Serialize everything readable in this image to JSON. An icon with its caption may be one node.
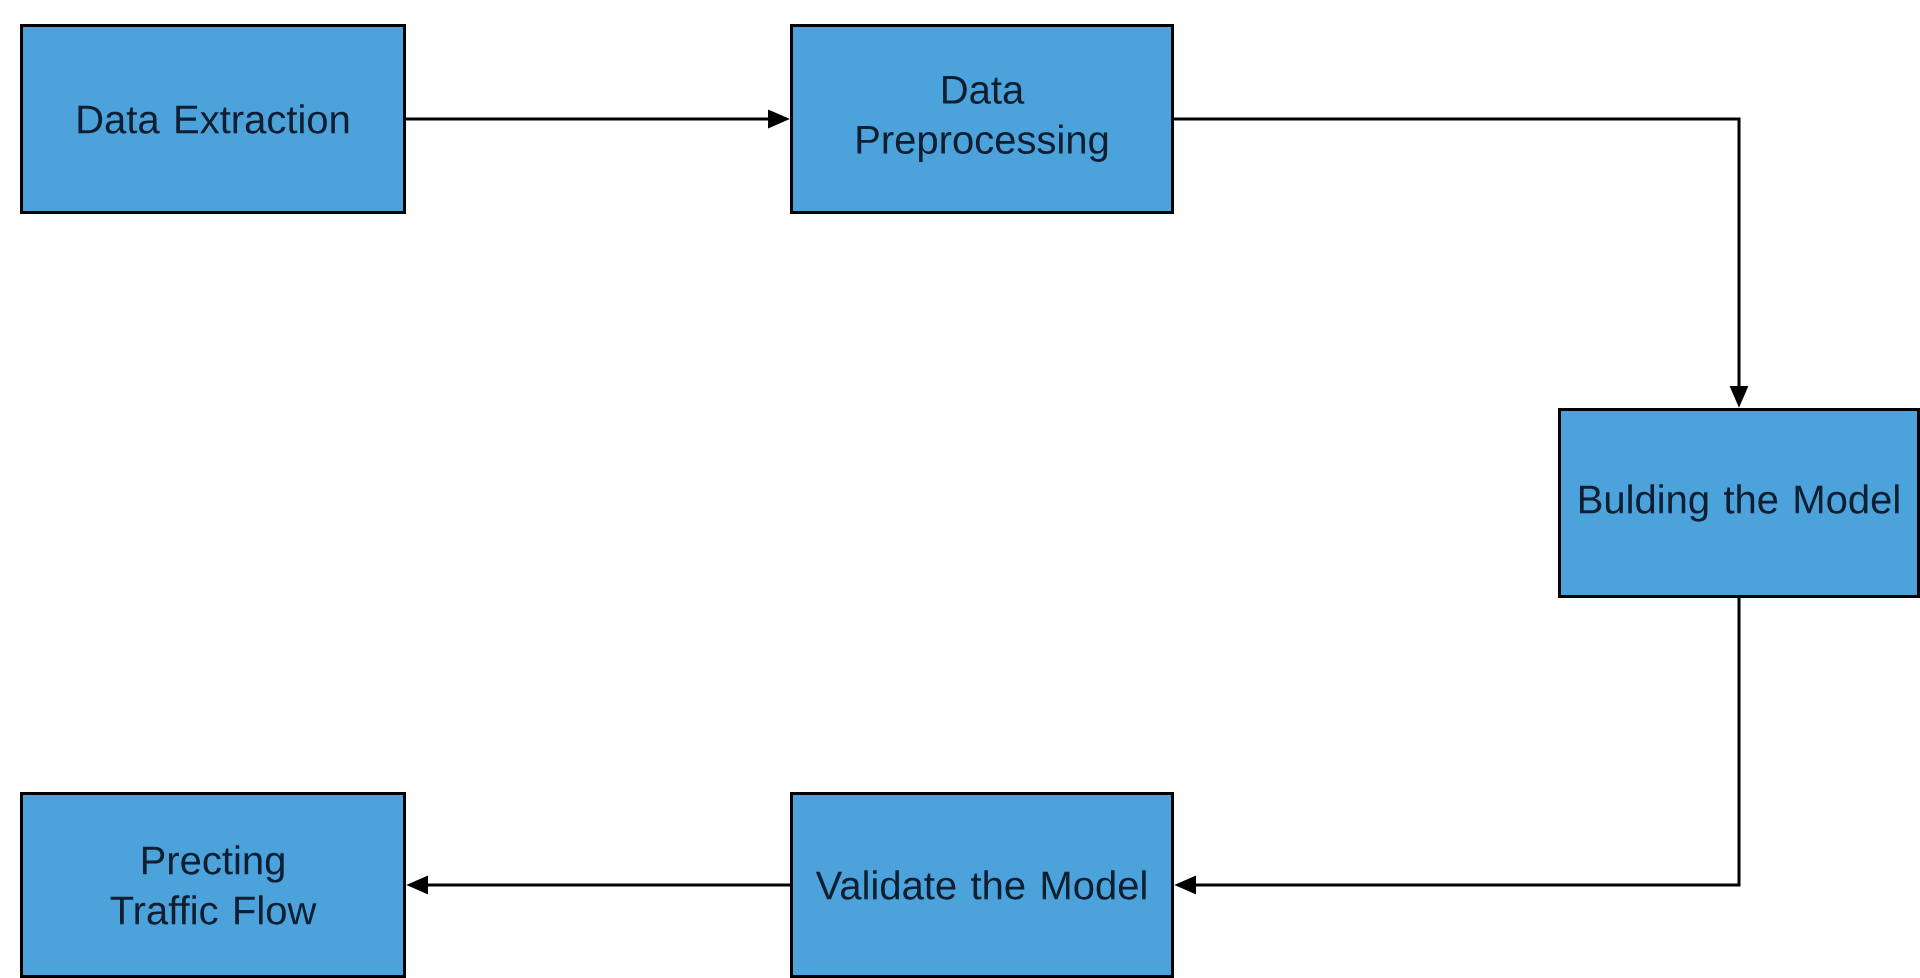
{
  "diagram": {
    "nodes": [
      {
        "text": [
          "Data Extraction"
        ]
      },
      {
        "text": [
          "Data Preprocessing"
        ]
      },
      {
        "text": [
          "Bulding the Model"
        ]
      },
      {
        "text": [
          "Validate the Model"
        ]
      },
      {
        "text": [
          "Precting Traffic Flow"
        ]
      }
    ],
    "edges": [
      {
        "from": 0,
        "to": 1,
        "arrow": "to"
      },
      {
        "from": 1,
        "to": 2,
        "arrow": "to"
      },
      {
        "from": 2,
        "to": 3,
        "arrow": "to"
      },
      {
        "from": 3,
        "to": 4,
        "arrow": "to"
      }
    ]
  }
}
